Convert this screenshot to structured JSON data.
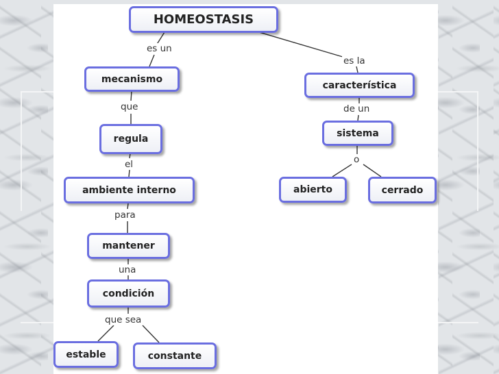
{
  "concept_map": {
    "nodes": {
      "homeostasis": "HOMEOSTASIS",
      "mecanismo": "mecanismo",
      "regula": "regula",
      "ambiente_interno": "ambiente interno",
      "mantener": "mantener",
      "condicion": "condición",
      "estable": "estable",
      "constante": "constante",
      "caracteristica": "característica",
      "sistema": "sistema",
      "abierto": "abierto",
      "cerrado": "cerrado"
    },
    "links": {
      "es_un": "es un",
      "que": "que",
      "el": "el",
      "para": "para",
      "una": "una",
      "que_sea": "que sea",
      "es_la": "es la",
      "de_un": "de un",
      "o": "o"
    }
  }
}
